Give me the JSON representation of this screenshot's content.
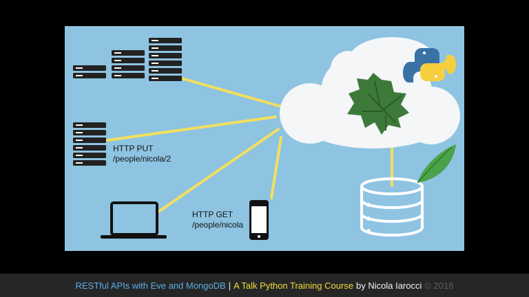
{
  "diagram": {
    "colors": {
      "background": "#8ec4e2",
      "connector": "#f3df5e",
      "server": "#222222",
      "cloud": "#f4f6f8",
      "eve_leaf": "#3d7a3a",
      "mongodb_leaf": "#4aa24a",
      "python_blue": "#3a72a6",
      "python_yellow": "#f7cf3c"
    },
    "icons": [
      "server-rack-icon",
      "laptop-icon",
      "smartphone-icon",
      "cloud-icon",
      "eve-leaf-logo",
      "python-logo",
      "database-icon",
      "mongodb-leaf-logo"
    ],
    "put_label": {
      "method": "HTTP PUT",
      "path": "/people/nicola/2"
    },
    "get_label": {
      "method": "HTTP GET",
      "path": "/people/nicola"
    }
  },
  "caption": {
    "title": "RESTful APIs with Eve and MongoDB",
    "separator": "|",
    "course": "A Talk Python Training Course",
    "author": "by Nicola Iarocci",
    "copyright": "© 2018"
  }
}
